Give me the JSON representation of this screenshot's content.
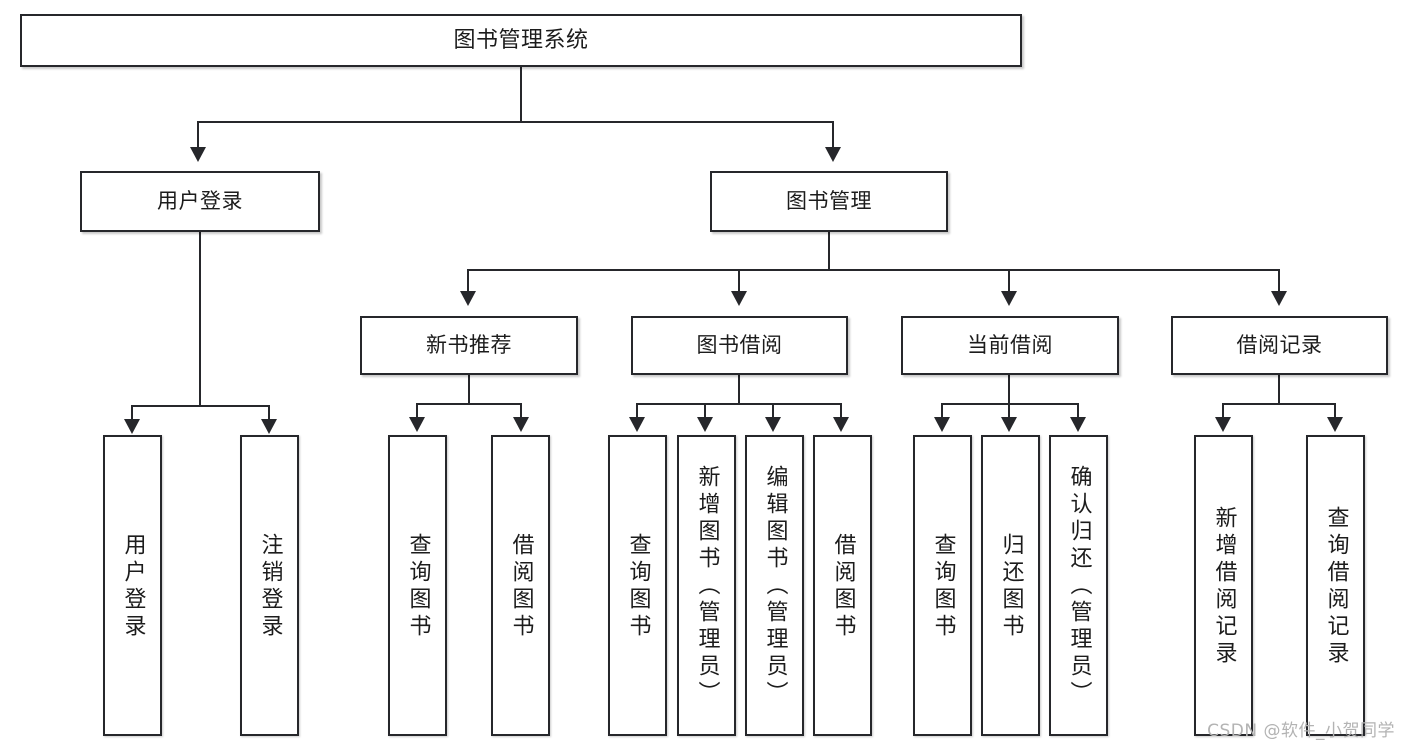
{
  "diagram": {
    "type": "hierarchy-tree",
    "title": "图书管理系统",
    "orientation": "top-down",
    "levels": 4,
    "colors": {
      "box_border": "#26272b",
      "box_fill": "#ffffff",
      "text": "#1c1c1c",
      "connector": "#26272b",
      "watermark": "#b3b3b3",
      "background": "#ffffff"
    }
  },
  "root": {
    "label": "图书管理系统"
  },
  "level2": [
    {
      "label": "用户登录"
    },
    {
      "label": "图书管理"
    }
  ],
  "level3": [
    {
      "label": "新书推荐"
    },
    {
      "label": "图书借阅"
    },
    {
      "label": "当前借阅"
    },
    {
      "label": "借阅记录"
    }
  ],
  "leaves": {
    "user_login": [
      {
        "label": "用户登录"
      },
      {
        "label": "注销登录"
      }
    ],
    "new_book_recommend": [
      {
        "label": "查询图书"
      },
      {
        "label": "借阅图书"
      }
    ],
    "book_borrow": [
      {
        "label": "查询图书"
      },
      {
        "label": "新增图书（管理员）"
      },
      {
        "label": "编辑图书（管理员）"
      },
      {
        "label": "借阅图书"
      }
    ],
    "current_borrow": [
      {
        "label": "查询图书"
      },
      {
        "label": "归还图书"
      },
      {
        "label": "确认归还（管理员）"
      }
    ],
    "borrow_record": [
      {
        "label": "新增借阅记录"
      },
      {
        "label": "查询借阅记录"
      }
    ]
  },
  "watermark": {
    "text": "CSDN @软件_小贺同学"
  }
}
